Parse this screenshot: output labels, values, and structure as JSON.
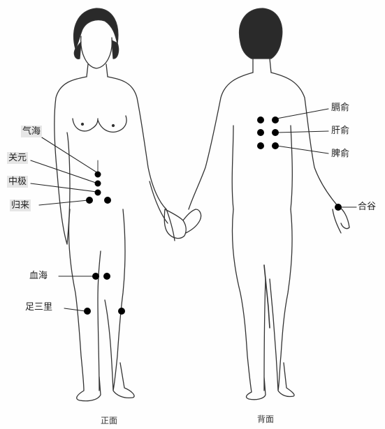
{
  "front": {
    "caption": "正面",
    "labels": {
      "qihai": "气海",
      "guanyuan": "关元",
      "zhongji": "中极",
      "guilai": "归来",
      "xuehai": "血海",
      "zusanli": "足三里"
    }
  },
  "back": {
    "caption": "背面",
    "labels": {
      "geshu": "膈俞",
      "ganshu": "肝俞",
      "pishu": "脾俞",
      "hegu": "合谷"
    }
  },
  "colors": {
    "ink": "#222222",
    "point": "#000000",
    "shade": "#e6e6e6"
  }
}
